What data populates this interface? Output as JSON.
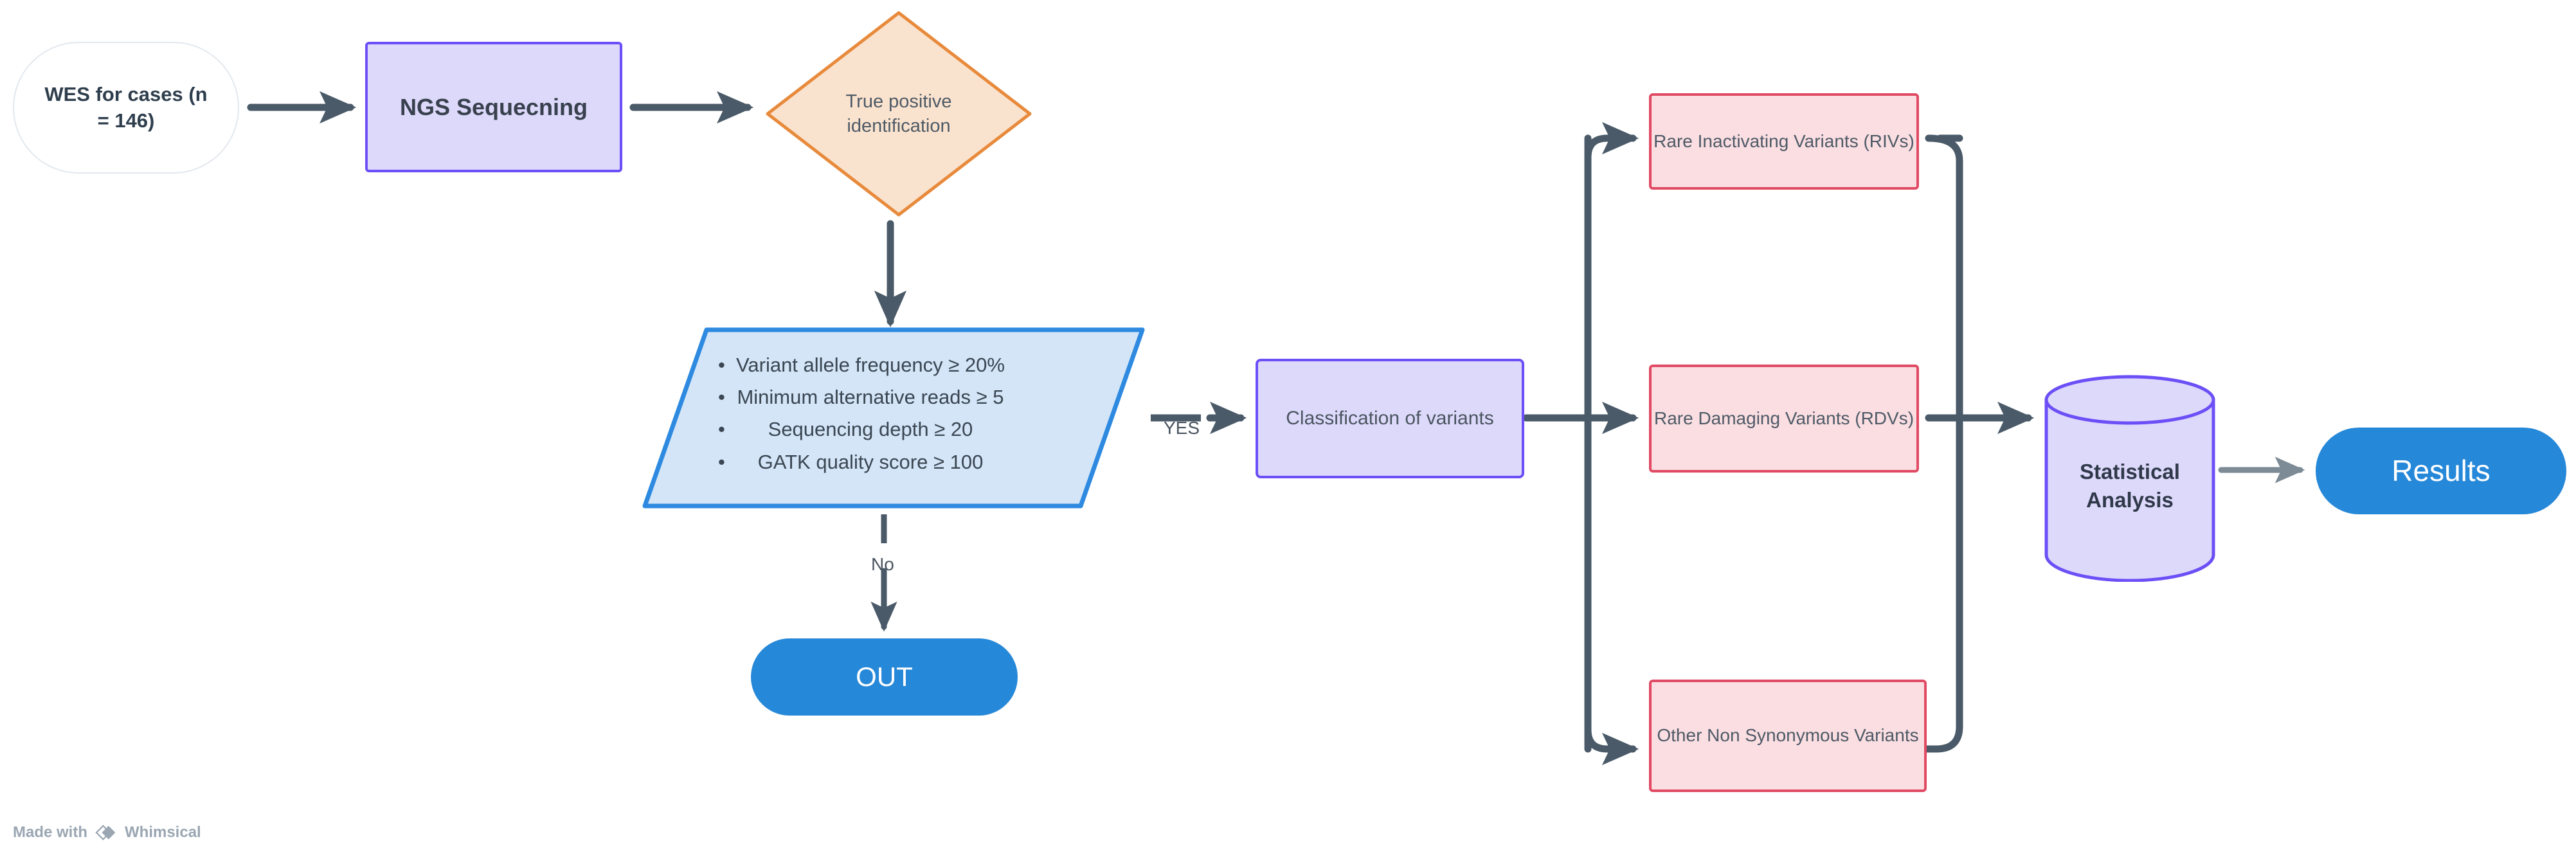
{
  "diagram": {
    "title": "WES variant analysis workflow",
    "nodes": {
      "wes": {
        "label": "WES for cases (n = 146)"
      },
      "ngs": {
        "label": "NGS Sequecning"
      },
      "true_positive": {
        "label": "True positive identification"
      },
      "criteria": {
        "items": [
          "Variant allele frequency ≥ 20%",
          "Minimum alternative reads ≥ 5",
          "Sequencing depth ≥ 20",
          "GATK quality score ≥ 100"
        ]
      },
      "classification": {
        "label": "Classification of variants"
      },
      "rivs": {
        "label": "Rare Inactivating Variants (RIVs)"
      },
      "rdvs": {
        "label": "Rare Damaging Variants (RDVs)"
      },
      "other_non_synonymous": {
        "label": "Other Non Synonymous Variants"
      },
      "statistical_analysis": {
        "label": "Statistical Analysis"
      },
      "out": {
        "label": "OUT"
      },
      "results": {
        "label": "Results"
      }
    },
    "edge_labels": {
      "yes": "YES",
      "no": "No"
    },
    "colors": {
      "purple_fill": "#ddd9fb",
      "purple_stroke": "#6c4ff6",
      "orange_fill": "#fae3ce",
      "orange_stroke": "#e88a3c",
      "blue_fill": "#d3e5f7",
      "blue_stroke": "#2e8ae0",
      "pink_fill": "#fadee2",
      "pink_stroke": "#e04a63",
      "pill_fill": "#2688d8",
      "edge_stroke": "#4a5a68",
      "start_stroke": "#e3e8ee",
      "text": "#4a545f"
    }
  },
  "watermark": {
    "prefix": "Made with",
    "brand": "Whimsical"
  }
}
